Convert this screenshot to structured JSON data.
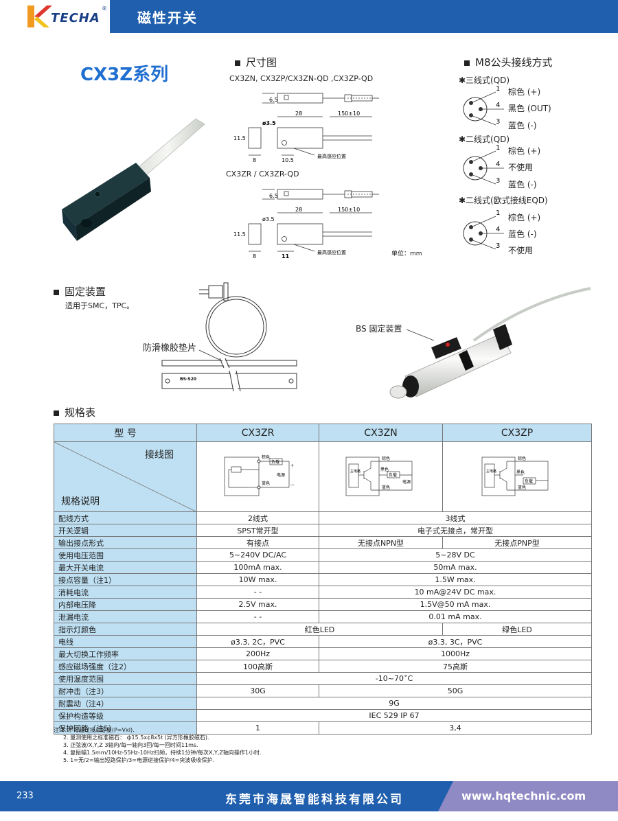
{
  "header": {
    "brand": "TECHA",
    "reg": "®",
    "title": "磁性开关"
  },
  "series_title": "CX3Z系列",
  "sections": {
    "dimensions": "尺寸图",
    "wiring": "M8公头接线方式",
    "mounting": "固定装置",
    "spec": "规格表"
  },
  "dimensions": {
    "models_top": "CX3ZN, CX3ZP/CX3ZN-QD ,CX3ZP-QD",
    "models_bottom": "CX3ZR / CX3ZR-QD",
    "unit": "单位：mm",
    "labels": {
      "d65": "6.5",
      "d28": "28",
      "d150": "150±10",
      "d35": "ø3.5",
      "d115": "11.5",
      "d8": "8",
      "d105": "10.5",
      "d11": "11",
      "sense": "最高感应位置"
    }
  },
  "wiring": {
    "three_wire_qd": {
      "title": "✱三线式(QD)",
      "p1": "棕色 (+)",
      "p4": "黑色 (OUT)",
      "p3": "蓝色 (-)"
    },
    "two_wire_qd": {
      "title": "✱二线式(QD)",
      "p1": "棕色 (+)",
      "p4": "不使用",
      "p3": "蓝色 (-)"
    },
    "two_wire_eqd": {
      "title": "✱二线式(欧式接线EQD)",
      "p1": "棕色 (+)",
      "p4": "蓝色 (-)",
      "p3": "不使用"
    },
    "pins": {
      "a": "1",
      "b": "4",
      "c": "3"
    }
  },
  "mounting": {
    "desc": "适用于SMC，TPC。",
    "pad_label": "防滑橡胶垫片",
    "plate_label": "BS-S20",
    "bs_label": "BS 固定装置"
  },
  "spec": {
    "model_header": "型 号",
    "columns": [
      "CX3ZR",
      "CX3ZN",
      "CX3ZP"
    ],
    "wiring_label": "接线图",
    "desc_label": "规格说明",
    "diagram": {
      "brown": "棕色",
      "blue": "蓝色",
      "black": "黑色",
      "load": "负载",
      "power": "电源",
      "main": "主电路",
      "plus": "+",
      "minus": "—"
    },
    "rows": [
      {
        "label": "配线方式",
        "cells": [
          "2线式",
          "3线式"
        ],
        "span": [
          1,
          2
        ]
      },
      {
        "label": "开关逻辑",
        "cells": [
          "SPST常开型",
          "电子式无接点，常开型"
        ],
        "span": [
          1,
          2
        ]
      },
      {
        "label": "输出接点形式",
        "cells": [
          "有接点",
          "无接点NPN型",
          "无接点PNP型"
        ],
        "span": [
          1,
          1,
          1
        ]
      },
      {
        "label": "使用电压范围",
        "cells": [
          "5~240V DC/AC",
          "5~28V DC"
        ],
        "span": [
          1,
          2
        ]
      },
      {
        "label": "最大开关电流",
        "cells": [
          "100mA max.",
          "50mA max."
        ],
        "span": [
          1,
          2
        ]
      },
      {
        "label": "接点容量（注1）",
        "cells": [
          "10W max.",
          "1.5W max."
        ],
        "span": [
          1,
          2
        ]
      },
      {
        "label": "消耗电流",
        "cells": [
          "- -",
          "10 mA@24V DC max."
        ],
        "span": [
          1,
          2
        ]
      },
      {
        "label": "内部电压降",
        "cells": [
          "2.5V max.",
          "1.5V@50 mA max."
        ],
        "span": [
          1,
          2
        ]
      },
      {
        "label": "泄漏电流",
        "cells": [
          "- -",
          "0.01 mA max."
        ],
        "span": [
          1,
          2
        ]
      },
      {
        "label": "指示灯颜色",
        "cells": [
          "红色LED",
          "绿色LED"
        ],
        "span": [
          2,
          1
        ]
      },
      {
        "label": "电线",
        "cells": [
          "ø3.3, 2C，PVC",
          "ø3.3, 3C，PVC"
        ],
        "span": [
          1,
          2
        ]
      },
      {
        "label": "最大切换工作频率",
        "cells": [
          "200Hz",
          "1000Hz"
        ],
        "span": [
          1,
          2
        ]
      },
      {
        "label": "感应磁场强度（注2）",
        "cells": [
          "100高斯",
          "75高斯"
        ],
        "span": [
          1,
          2
        ]
      },
      {
        "label": "使用温度范围",
        "cells": [
          "-10~70˚C"
        ],
        "span": [
          3
        ]
      },
      {
        "label": "耐冲击（注3）",
        "cells": [
          "30G",
          "50G"
        ],
        "span": [
          1,
          2
        ]
      },
      {
        "label": "耐震动（注4）",
        "cells": [
          "9G"
        ],
        "span": [
          3
        ]
      },
      {
        "label": "保护构造等级",
        "cells": [
          "IEC 529 IP 67"
        ],
        "span": [
          3
        ]
      },
      {
        "label": "保护回路（注5）",
        "cells": [
          "1",
          "3,4"
        ],
        "span": [
          1,
          2
        ]
      }
    ]
  },
  "notes": [
    "注:1. 不可超过接点容量(P=Vxl).",
    "2. 量测使用之标准磁石：  ф15.5x¢8x5t (异方形橡胶磁石).",
    "3. 正弦波/X,Y,Z 3轴向/每一轴向3回/每一回时间11ms.",
    "4. 复振幅1.5mm/10Hz-55Hz-10Hz扫频，持续1分钟/每次X,Y,Z轴向操作1小时.",
    "5. 1=无/2=输出短路保护/3=电源逆接保护/4=突波吸收保护."
  ],
  "footer": {
    "page": "233",
    "company": "东莞市海晟智能科技有限公司",
    "url": "www.hqtechnic.com"
  }
}
